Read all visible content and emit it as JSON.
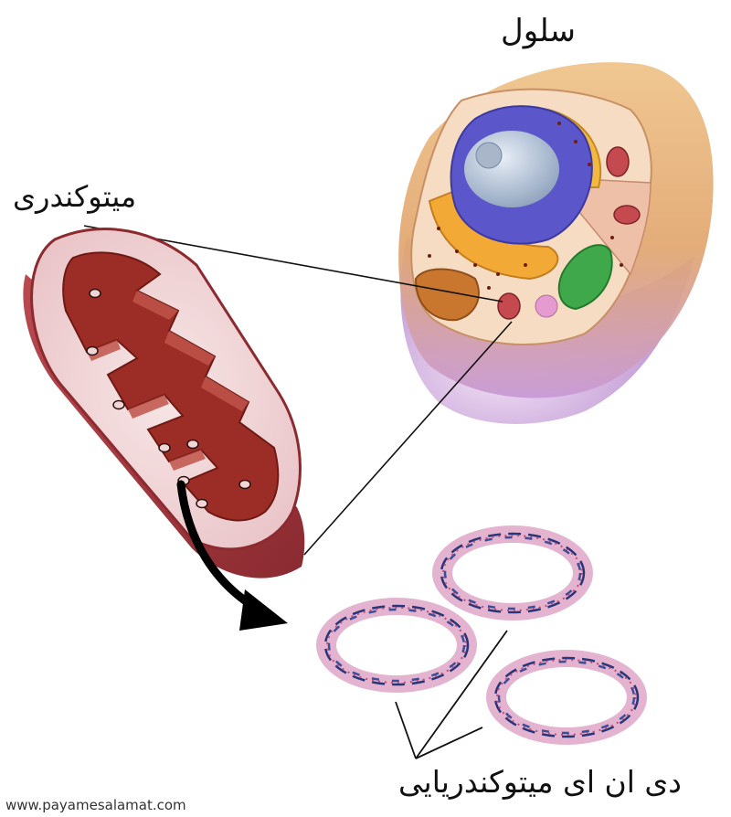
{
  "labels": {
    "cell": "سلول",
    "mitochondria": "میتوکندری",
    "mtdna": "دی ان ای میتوکندریایی"
  },
  "watermark": "www.payamesalamat.com",
  "colors": {
    "cell_outer": "#e7b27a",
    "cell_purple": "#c9a0d8",
    "nucleus": "#5a55c8",
    "mito_dark": "#962a22",
    "mito_light": "#f2d6d6",
    "dna_ring": "#e2b2cf",
    "dna_strand": "#23367a"
  },
  "icons": [
    "curved-arrow-icon"
  ]
}
